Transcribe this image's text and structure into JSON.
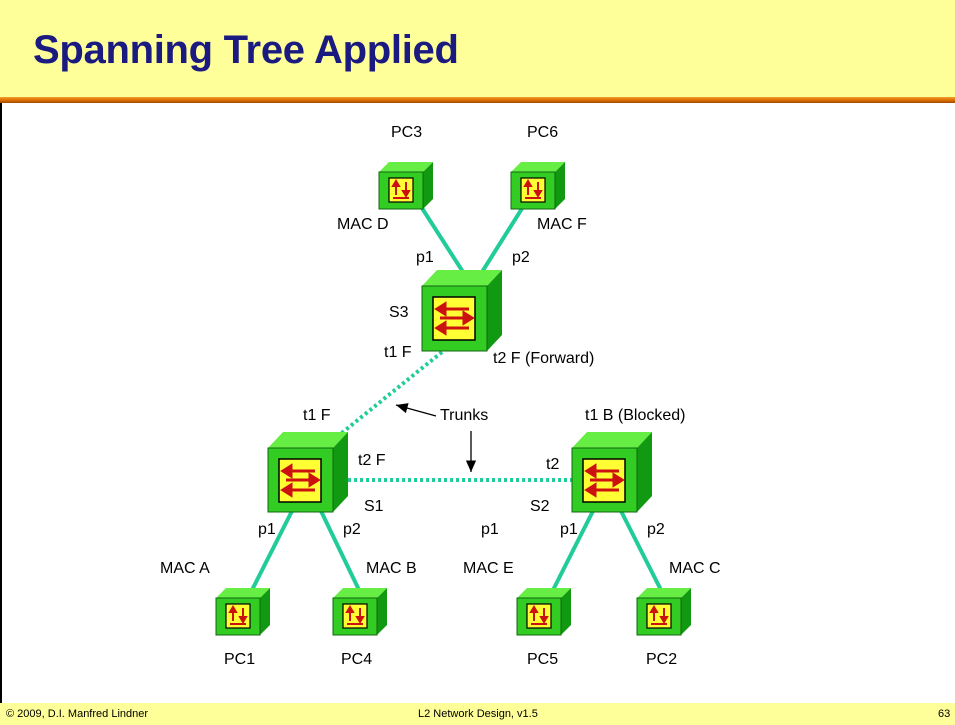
{
  "slide": {
    "title": "Spanning Tree Applied",
    "footer": {
      "copyright": "© 2009, D.I. Manfred Lindner",
      "course": "L2 Network Design, v1.5",
      "page_number": "63"
    }
  },
  "diagram": {
    "pcs": {
      "pc3": {
        "name": "PC3",
        "mac": "MAC D"
      },
      "pc6": {
        "name": "PC6",
        "mac": "MAC F"
      },
      "pc1": {
        "name": "PC1",
        "mac": "MAC A"
      },
      "pc4": {
        "name": "PC4",
        "mac": "MAC B"
      },
      "pc5": {
        "name": "PC5",
        "mac": "MAC E"
      },
      "pc2": {
        "name": "PC2",
        "mac": "MAC C"
      }
    },
    "switches": {
      "s3": {
        "name": "S3",
        "p1": "p1",
        "p2": "p2",
        "t1": "t1 F",
        "t2": "t2 F (Forward)"
      },
      "s1": {
        "name": "S1",
        "p1": "p1",
        "p2": "p2",
        "t1": "t1 F",
        "t2": "t2 F"
      },
      "s2": {
        "name": "S2",
        "p1": "p1",
        "p1_extra": "p1",
        "p2": "p2",
        "t1": "t1 B (Blocked)",
        "t2": "t2"
      }
    },
    "annotation": {
      "trunks": "Trunks"
    },
    "colors": {
      "box_face": "#33dd33",
      "box_dark": "#119911",
      "panel": "#ffff33",
      "arrow": "#cc1111",
      "link": "#22cc99"
    }
  }
}
